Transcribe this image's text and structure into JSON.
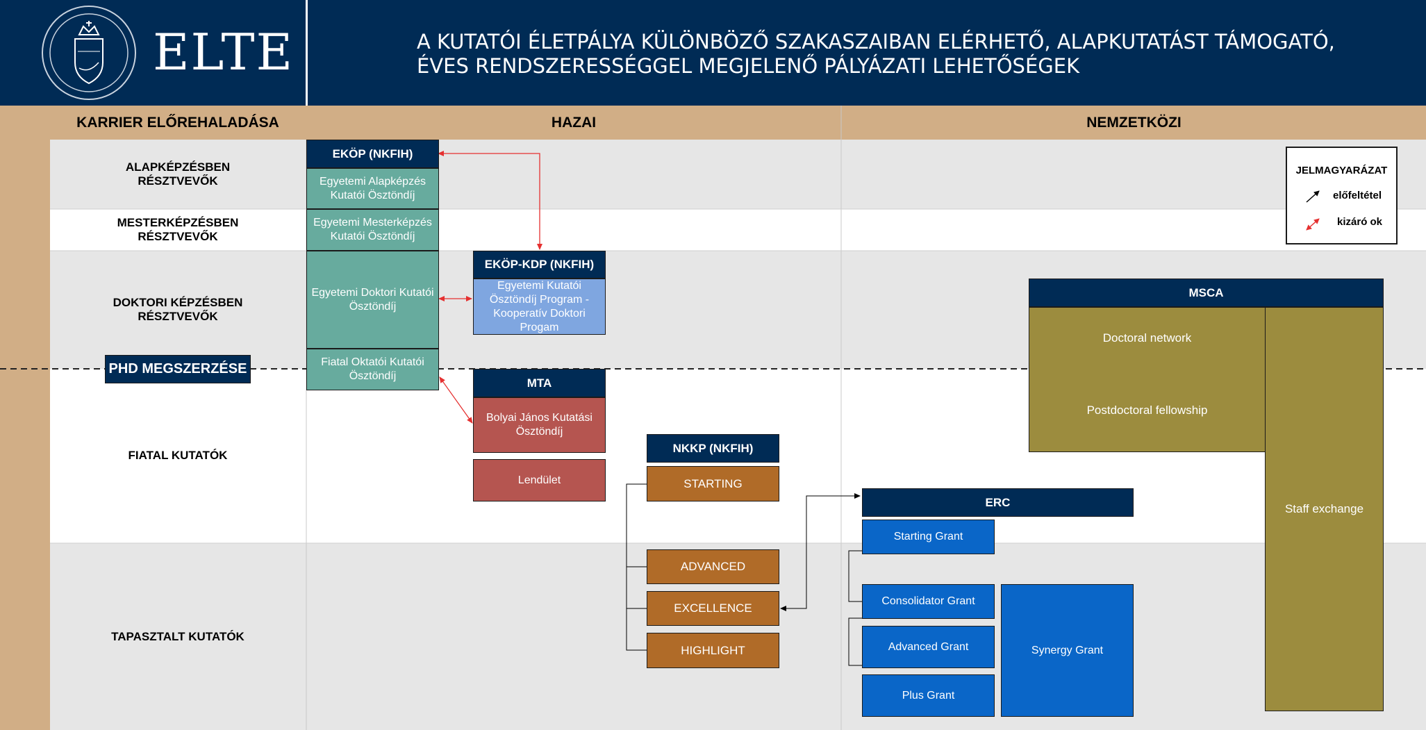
{
  "header": {
    "logo_text": "ELTE",
    "title_line1": "A KUTATÓI ÉLETPÁLYA KÜLÖNBÖZŐ SZAKASZAIBAN ELÉRHETŐ, ALAPKUTATÁST TÁMOGATÓ,",
    "title_line2": "ÉVES RENDSZERESSÉGGEL MEGJELENŐ PÁLYÁZATI LEHETŐSÉGEK"
  },
  "columns": {
    "career": "KARRIER ELŐREHALADÁSA",
    "domestic": "HAZAI",
    "international": "NEMZETKÖZI"
  },
  "rows": {
    "bachelor": "ALAPKÉPZÉSBEN\nRÉSZTVEVŐK",
    "master": "MESTERKÉPZÉSBEN\nRÉSZTVEVŐK",
    "doctoral": "DOKTORI KÉPZÉSBEN\nRÉSZTVEVŐK",
    "phd": "PHD MEGSZERZÉSE",
    "young": "FIATAL KUTATÓK",
    "experienced": "TAPASZTALT KUTATÓK"
  },
  "legend": {
    "title": "JELMAGYARÁZAT",
    "prerequisite": "előfeltétel",
    "exclusive": "kizáró ok"
  },
  "ekop": {
    "title": "EKÖP (NKFIH)",
    "bachelor": "Egyetemi Alapképzés Kutatói Ösztöndíj",
    "master": "Egyetemi Mesterképzés Kutatói Ösztöndíj",
    "doctoral": "Egyetemi Doktori Kutatói Ösztöndíj",
    "young_lecturer": "Fiatal Oktatói Kutatói Ösztöndíj"
  },
  "ekop_kdp": {
    "title": "EKÖP-KDP (NKFIH)",
    "program": "Egyetemi Kutatói Ösztöndíj Program - Kooperatív Doktori Progam"
  },
  "mta": {
    "title": "MTA",
    "bolyai": "Bolyai János Kutatási Ösztöndíj",
    "lendulet": "Lendület"
  },
  "nkkp": {
    "title": "NKKP (NKFIH)",
    "starting": "STARTING",
    "advanced": "ADVANCED",
    "excellence": "EXCELLENCE",
    "highlight": "HIGHLIGHT"
  },
  "erc": {
    "title": "ERC",
    "starting": "Starting Grant",
    "consolidator": "Consolidator Grant",
    "advanced": "Advanced Grant",
    "plus": "Plus Grant",
    "synergy": "Synergy Grant"
  },
  "msca": {
    "title": "MSCA",
    "doctoral": "Doctoral network",
    "postdoc": "Postdoctoral fellowship",
    "staff": "Staff exchange"
  },
  "colors": {
    "navy": "#002b55",
    "tan": "#d1ae86",
    "teal": "#67ab9e",
    "light_blue": "#7fa6e0",
    "red": "#b55550",
    "orange": "#b06b28",
    "blue": "#0a66c8",
    "olive": "#9c8c3e",
    "exclusive_arrow": "#e53030",
    "prerequisite_arrow": "#000000"
  }
}
